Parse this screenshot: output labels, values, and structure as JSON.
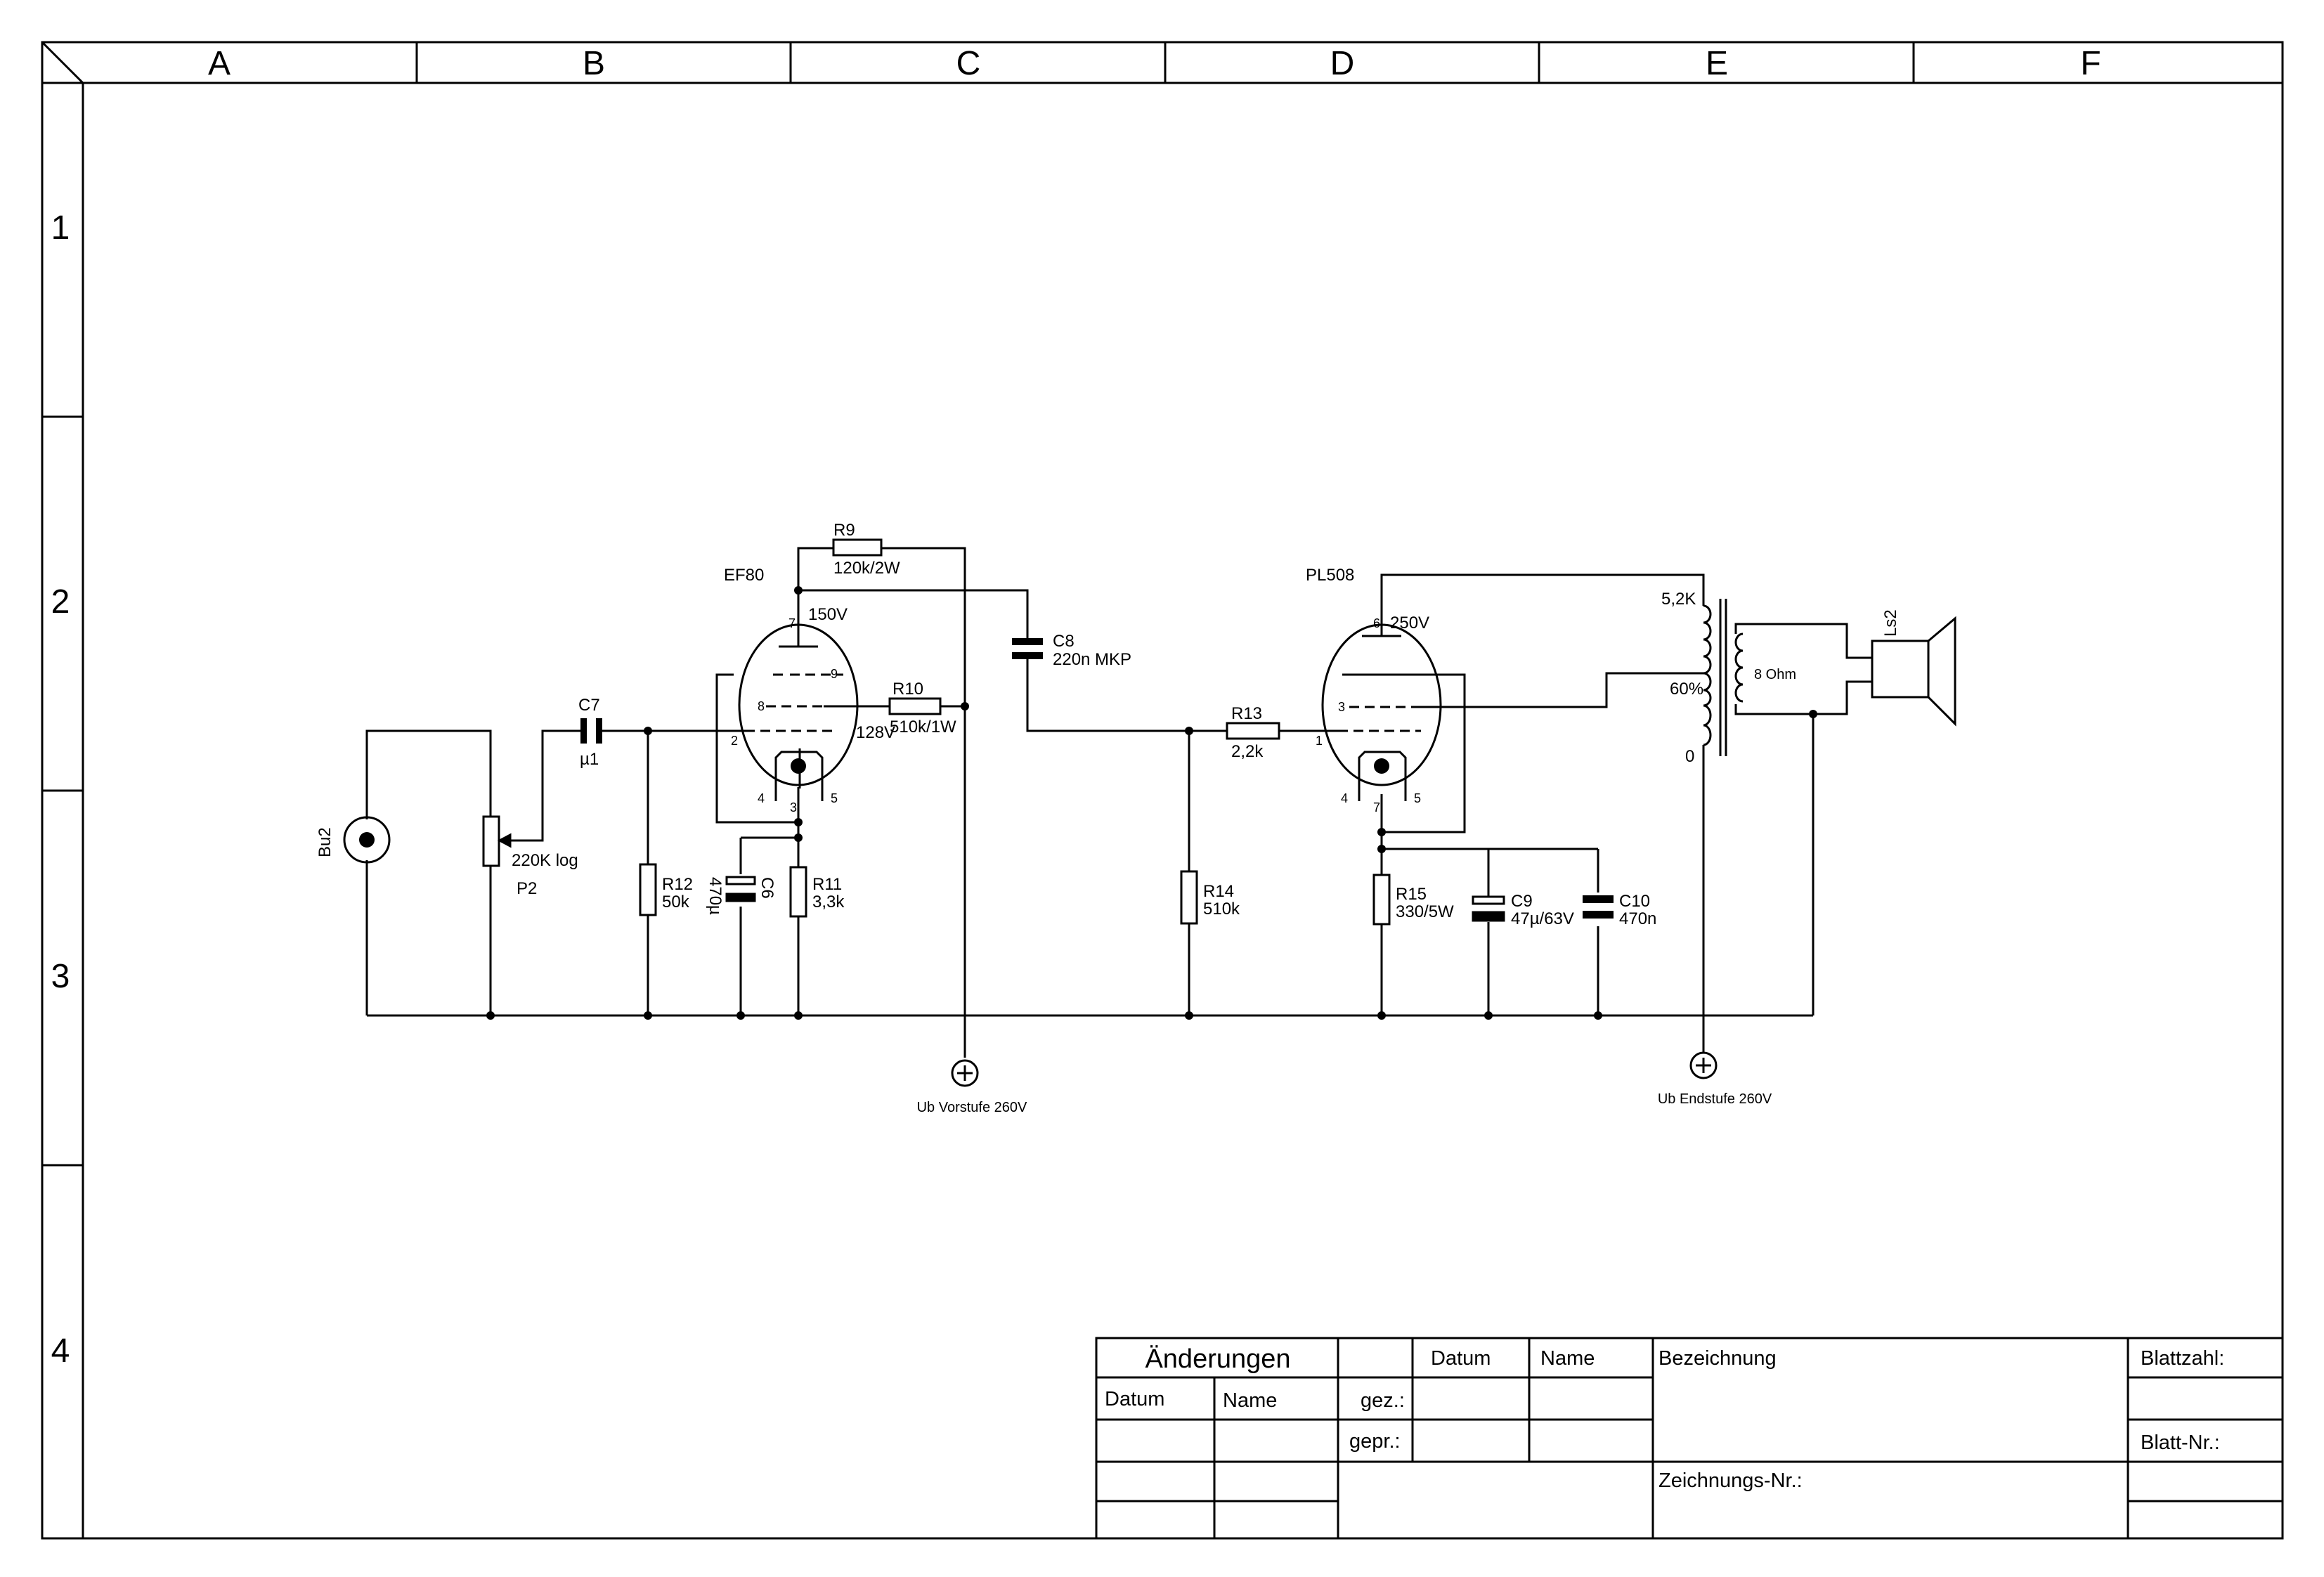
{
  "frame": {
    "columns": [
      "A",
      "B",
      "C",
      "D",
      "E",
      "F"
    ],
    "rows": [
      "1",
      "2",
      "3",
      "4"
    ]
  },
  "tubes": {
    "ef80": {
      "name": "EF80",
      "pin7": "7",
      "pin9": "9",
      "pin8": "8",
      "pin2": "2",
      "pin4": "4",
      "pin3": "3",
      "pin5": "5",
      "v_anode": "150V",
      "v_screen": "128V"
    },
    "pl508": {
      "name": "PL508",
      "pin6": "6",
      "pin3": "3",
      "pin1": "1",
      "pin4": "4",
      "pin7": "7",
      "pin5": "5",
      "v_anode": "250V"
    }
  },
  "components": {
    "r9": {
      "ref": "R9",
      "value": "120k/2W"
    },
    "r10": {
      "ref": "R10",
      "value": "510k/1W"
    },
    "r11": {
      "ref": "R11",
      "value": "3,3k"
    },
    "r12": {
      "ref": "R12",
      "value": "50k"
    },
    "r13": {
      "ref": "R13",
      "value": "2,2k"
    },
    "r14": {
      "ref": "R14",
      "value": "510k"
    },
    "r15": {
      "ref": "R15",
      "value": "330/5W"
    },
    "c6": {
      "ref": "C6",
      "value": "470µ"
    },
    "c7": {
      "ref": "C7",
      "value": "µ1"
    },
    "c8": {
      "ref": "C8",
      "value": "220n MKP"
    },
    "c9": {
      "ref": "C9",
      "value": "47µ/63V"
    },
    "c10": {
      "ref": "C10",
      "value": "470n"
    },
    "p2": {
      "ref": "P2",
      "value": "220K log"
    },
    "bu2": {
      "ref": "Bu2"
    },
    "ls2": {
      "ref": "Ls2",
      "value": "8 Ohm"
    }
  },
  "transformer": {
    "tap_top": "5,2K",
    "tap_mid": "60%",
    "tap_bottom": "0"
  },
  "supplies": {
    "pre": "Ub Vorstufe 260V",
    "final": "Ub Endstufe 260V"
  },
  "title_block": {
    "changes": "Änderungen",
    "datum": "Datum",
    "name": "Name",
    "gez": "gez.:",
    "gepr": "gepr.:",
    "bezeichnung": "Bezeichnung",
    "zeichnungsnr": "Zeichnungs-Nr.:",
    "blattzahl": "Blattzahl:",
    "blattnr": "Blatt-Nr.:"
  }
}
